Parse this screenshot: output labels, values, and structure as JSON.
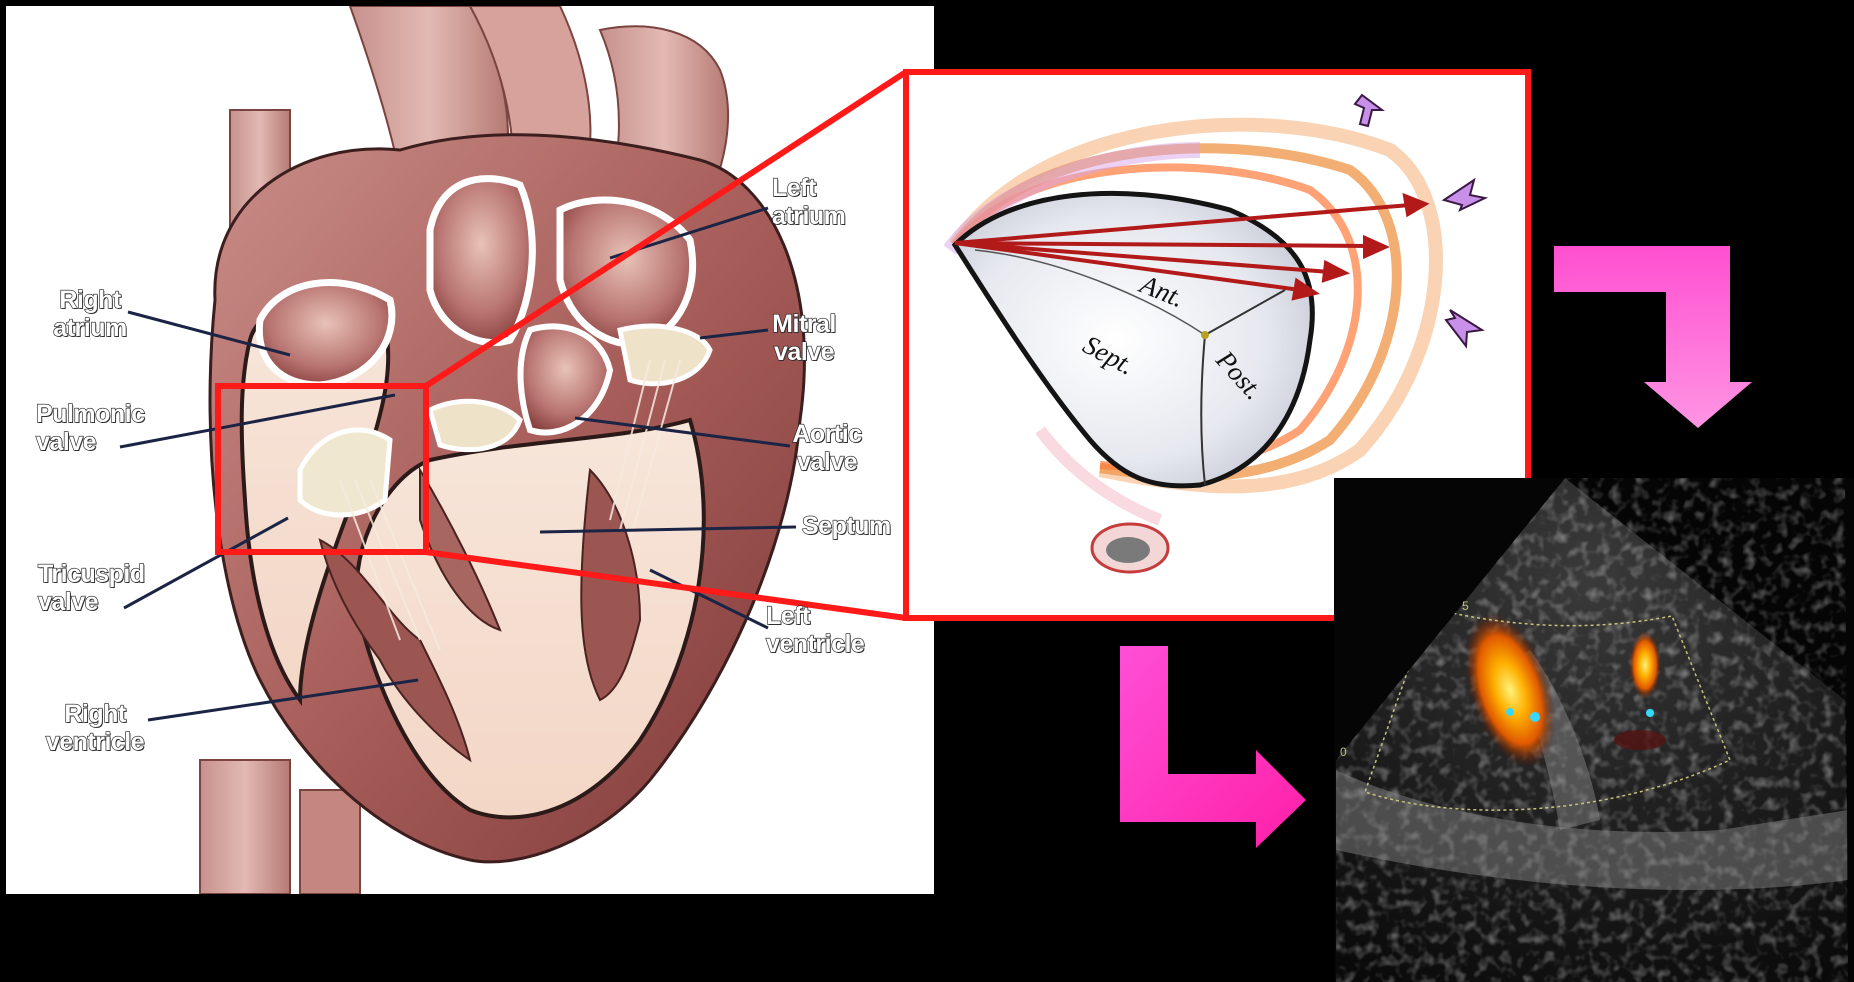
{
  "colors": {
    "background": "#000000",
    "highlight_box": "#ff1a1a",
    "flow_arrow": "#ff4fd0",
    "leader_line": "#1c2445",
    "vector_arrow": "#b21a1a"
  },
  "heart_diagram": {
    "labels": {
      "right_atrium": [
        "Right",
        "atrium"
      ],
      "pulmonic_valve": [
        "Pulmonic",
        "valve"
      ],
      "tricuspid_valve": [
        "Tricuspid",
        "valve"
      ],
      "right_ventricle": [
        "Right",
        "ventricle"
      ],
      "left_atrium": [
        "Left",
        "atrium"
      ],
      "mitral_valve": [
        "Mitral",
        "valve"
      ],
      "aortic_valve": [
        "Aortic",
        "valve"
      ],
      "septum": [
        "Septum"
      ],
      "left_ventricle": [
        "Left",
        "ventricle"
      ]
    }
  },
  "valve_zoom": {
    "cusps": {
      "anterior": "Ant.",
      "septal": "Sept.",
      "posterior": "Post."
    }
  },
  "icons": [
    "arrow-down-icon",
    "arrow-right-icon"
  ]
}
